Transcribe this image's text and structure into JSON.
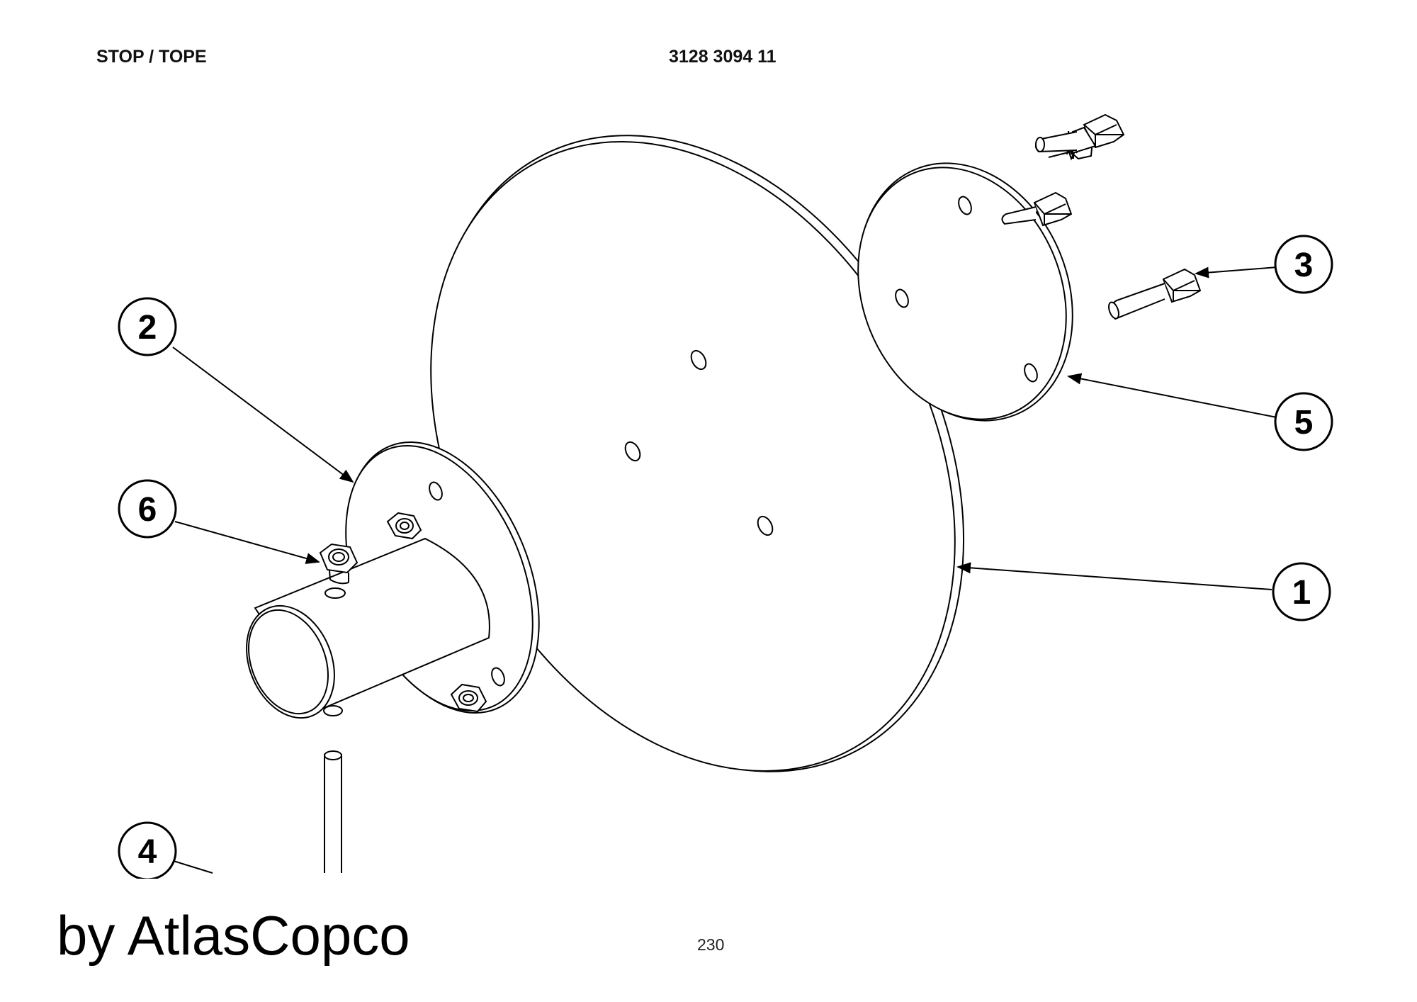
{
  "header": {
    "title": "STOP / TOPE",
    "part_number": "3128 3094 11"
  },
  "callouts": [
    {
      "label": "1"
    },
    {
      "label": "2"
    },
    {
      "label": "3"
    },
    {
      "label": "4"
    },
    {
      "label": "5"
    },
    {
      "label": "6"
    }
  ],
  "footer": {
    "watermark": "by AtlasCopco",
    "page_number": "230"
  }
}
